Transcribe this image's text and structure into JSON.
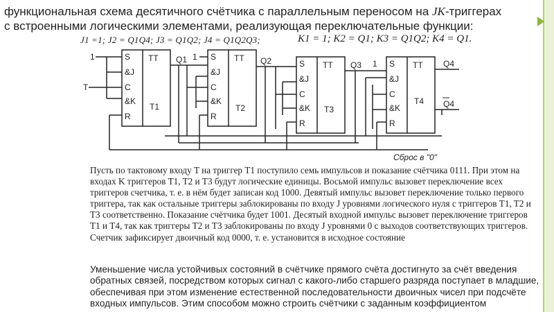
{
  "title": {
    "line1_part1": "функциональная схема десятичного счётчика с параллельным переносом на ",
    "line1_jk": "JK",
    "line1_part2": "-триггерах",
    "line2": "с встроенными логическими элементами, реализующая переключательные функции:"
  },
  "formula_j": "J1 =1; J2 = Q1Q4; J3 = Q1Q2; J4 = Q1Q2Q3;",
  "formula_k": "K1 = 1; K2 = Q1; K3 = Q1Q2; K4 = Q1.",
  "diagram": {
    "tt_label": "TT",
    "pin_s": "S",
    "pin_j": "&J",
    "pin_c": "C",
    "pin_k": "&K",
    "pin_r": "R",
    "triggers": [
      {
        "name": "T1",
        "output": "Q1"
      },
      {
        "name": "T2",
        "output": "Q2"
      },
      {
        "name": "T3",
        "output": "Q3"
      },
      {
        "name": "T4",
        "output": "Q4"
      }
    ],
    "inverted_output": "Q4",
    "input_one": "1",
    "input_t": "T",
    "reset_label": "Сброс в \"0\""
  },
  "paragraph1": "Пусть по тактовому входу T на триггер T1 поступило семь импульсов и показание счётчика 0111. При этом на входах K триггеров T1, T2 и T3 будут логические единицы. Восьмой импульс вызовет переключение всех триггеров счетчика, т. е. в нём будет записан код 1000. Девятый импульс вызовет переключение только первого триггера, так как остальные триггеры заблокированы по входу J уровнями логического нуля с триггеров T1, T2 и T3 соответственно. Показание счётчика будет 1001. Десятый входной импульс вызовет переключение триггеров T1 и T4, так как триггеры T2 и T3 заблокированы по входу J уровнями 0 с выходов соответствующих триггеров. Счетчик зафиксирует двоичный код 0000, т. е. установится в исходное состояние",
  "paragraph2": "Уменьшение числа устойчивых состояний в счётчике прямого счёта достигнуто за счёт введения обратных связей, посредством которых сигнал с какого-либо старшего разряда поступает в младшие, обеспечивая при этом изменение естественной последовательности двоичных чисел при подсчёте входных импульсов. Этим способом можно строить счётчики с заданным коэффициентом"
}
